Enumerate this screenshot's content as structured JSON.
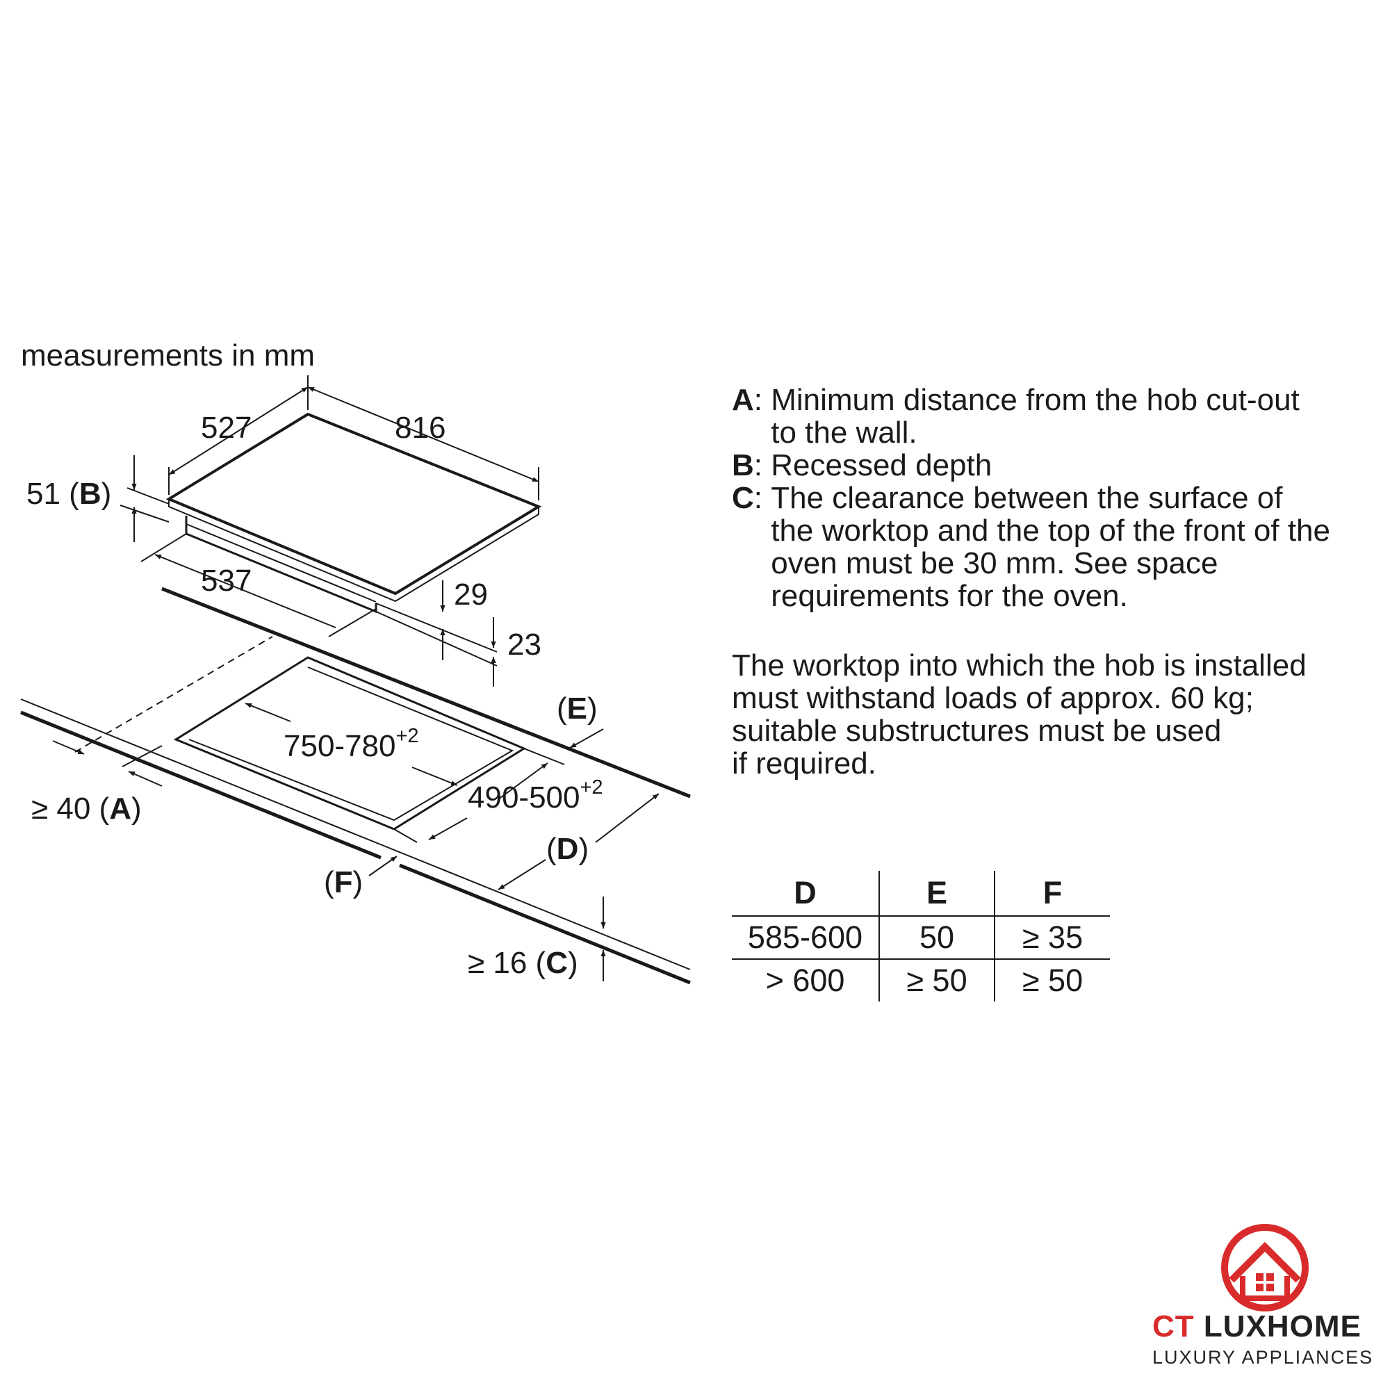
{
  "units_label": "measurements in mm",
  "dimensions": {
    "hob_depth": "527",
    "hob_width": "816",
    "recess_label": "51 (B)",
    "recess_value": "51",
    "recess_key": "B",
    "inner_width": "537",
    "thickness_1": "29",
    "thickness_2": "23",
    "cutout_width": "750-780",
    "cutout_width_tol": "+2",
    "cutout_depth": "490-500",
    "cutout_depth_tol": "+2",
    "label_e": "E",
    "label_d": "D",
    "label_f": "F",
    "min_wall_prefix": "≥ 40 (",
    "min_wall_key": "A",
    "clearance_prefix": "≥ 16 (",
    "clearance_key": "C"
  },
  "legend": [
    {
      "key": "A",
      "text": "Minimum distance from the hob cut-out\nto the wall."
    },
    {
      "key": "B",
      "text": "Recessed depth"
    },
    {
      "key": "C",
      "text": "The clearance between the surface of\nthe worktop and the top of the front of the\noven must be 30 mm. See space\nrequirements for the oven."
    }
  ],
  "note": "The worktop into which the hob is installed\nmust withstand loads of approx. 60 kg;\nsuitable substructures must be used\nif required.",
  "table": {
    "headers": [
      "D",
      "E",
      "F"
    ],
    "rows": [
      [
        "585-600",
        "50",
        "≥ 35"
      ],
      [
        "> 600",
        "≥ 50",
        "≥ 50"
      ]
    ]
  },
  "brand": {
    "name_part1": "CT",
    "name_part2": "LUXHOME",
    "tagline": "LUXURY APPLIANCES",
    "accent_color": "#d92b2b",
    "logo_icon": "house-circle-icon"
  }
}
